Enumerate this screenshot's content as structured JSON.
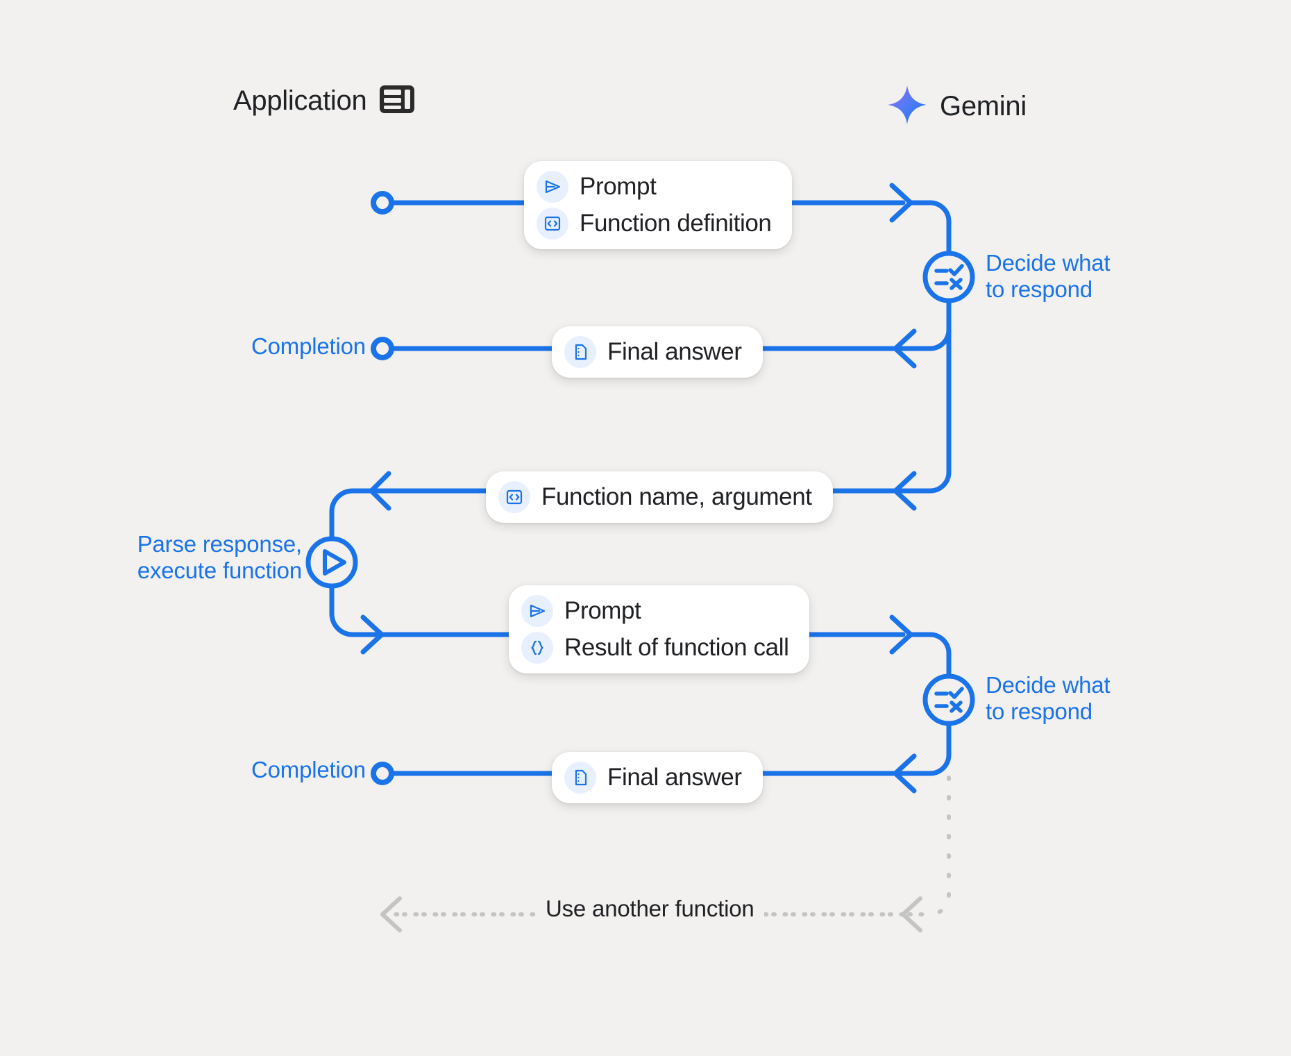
{
  "theme": {
    "background": "#f2f1ef",
    "accent_blue": "#1a73e8",
    "icon_chip_bg": "#e8f0fe",
    "lifeline_grey": "#c4c4c4",
    "text_dark": "#202124",
    "bubble_white": "#ffffff",
    "gemini_gradient_from": "#8b5cf6",
    "gemini_gradient_to": "#1a73e8"
  },
  "headers": {
    "application": {
      "label": "Application",
      "icon": "dashboard-layout-icon"
    },
    "gemini": {
      "label": "Gemini",
      "icon": "gemini-sparkle-icon"
    }
  },
  "messages": [
    {
      "id": "prompt-function-definition",
      "direction": "application-to-gemini",
      "rows": [
        {
          "icon": "send-prompt-icon",
          "label": "Prompt"
        },
        {
          "icon": "code-brackets-icon",
          "label": "Function definition"
        }
      ]
    },
    {
      "id": "final-answer-1",
      "direction": "gemini-to-application",
      "rows": [
        {
          "icon": "document-icon",
          "label": "Final answer"
        }
      ]
    },
    {
      "id": "function-name-argument",
      "direction": "gemini-to-application",
      "rows": [
        {
          "icon": "code-brackets-icon",
          "label": "Function name,  argument"
        }
      ]
    },
    {
      "id": "prompt-result-of-function-call",
      "direction": "application-to-gemini",
      "rows": [
        {
          "icon": "send-prompt-icon",
          "label": "Prompt"
        },
        {
          "icon": "curly-braces-icon",
          "label": "Result of function call"
        }
      ]
    },
    {
      "id": "final-answer-2",
      "direction": "gemini-to-application",
      "rows": [
        {
          "icon": "document-icon",
          "label": "Final answer"
        }
      ]
    }
  ],
  "annotations": {
    "decide_1": "Decide what\nto respond",
    "decide_2": "Decide what\nto respond",
    "parse_execute": "Parse response,\nexecute function",
    "completion_1": "Completion",
    "completion_2": "Completion",
    "loop_label": "Use another function"
  },
  "nodes": [
    {
      "id": "start-node",
      "type": "hollow-circle",
      "lane": "application"
    },
    {
      "id": "decide-node-1",
      "type": "rule-check-circle",
      "lane": "gemini",
      "icon": "rule-checklist-icon"
    },
    {
      "id": "completion-node-1",
      "type": "hollow-circle",
      "lane": "application"
    },
    {
      "id": "parse-execute-node",
      "type": "play-circle",
      "lane": "application-left",
      "icon": "play-icon"
    },
    {
      "id": "decide-node-2",
      "type": "rule-check-circle",
      "lane": "gemini",
      "icon": "rule-checklist-icon"
    },
    {
      "id": "completion-node-2",
      "type": "hollow-circle",
      "lane": "application"
    }
  ]
}
